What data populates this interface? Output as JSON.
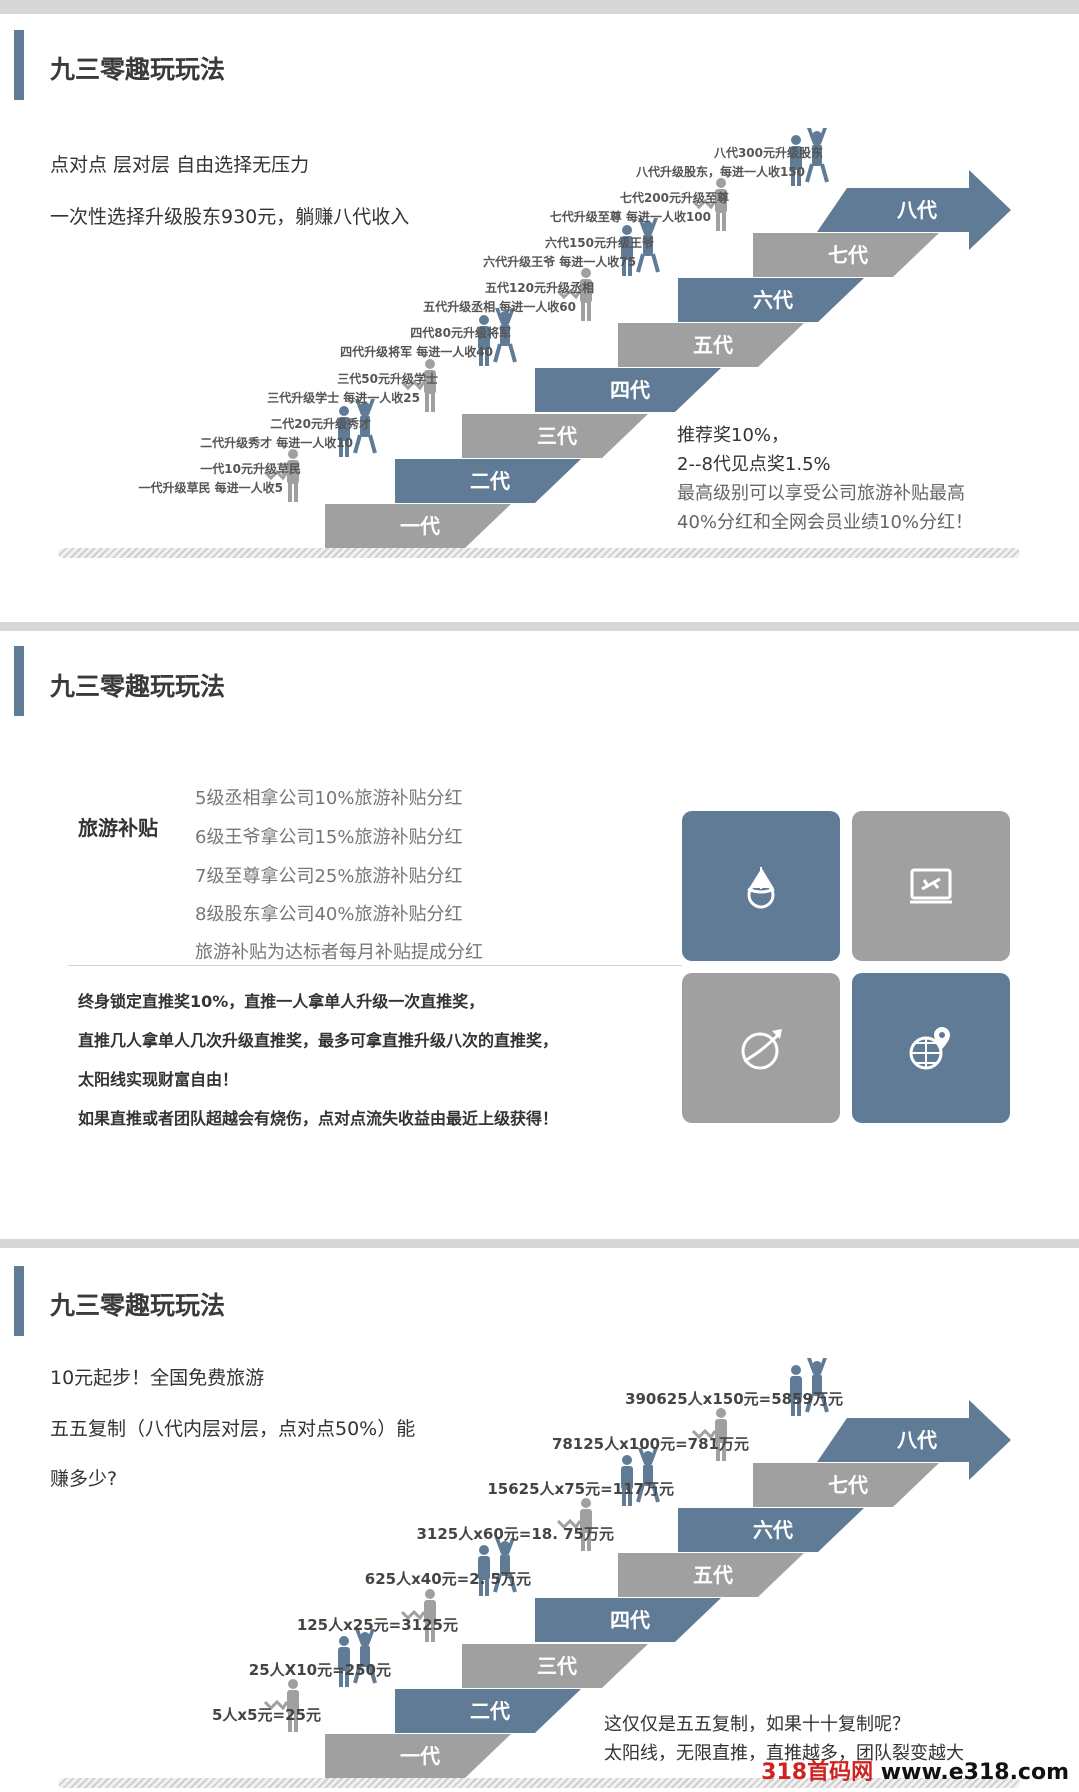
{
  "section1": {
    "title": "九三零趣玩玩法",
    "intro1": "点对点   层对层  自由选择无压力",
    "intro2": "一次性选择升级股东930元，躺赚八代收入",
    "labels": [
      [
        "一代10元升级草民",
        "一代升级草民  每进一人收5"
      ],
      [
        "二代20元升级秀才",
        "二代升级秀才  每进一人收10"
      ],
      [
        "三代50元升级学士",
        "三代升级学士  每进一人收25"
      ],
      [
        "四代80元升级将军",
        "四代升级将军  每进一人收40"
      ],
      [
        "五代120元升级丞相",
        "五代升级丞相  每进一人收60"
      ],
      [
        "六代150元升级王爷",
        "六代升级王爷  每进一人收75"
      ],
      [
        "七代200元升级至尊",
        "七代升级至尊  每进一人收100"
      ],
      [
        "八代300元升级股东",
        "八代升级股东，每进一人收150"
      ]
    ],
    "note_line1": "推荐奖10%，",
    "note_line2": "2--8代见点奖1.5%",
    "note_line3": "最高级别可以享受公司旅游补贴最高",
    "note_line4": "40%分红和全网会员业绩10%分红！"
  },
  "steps": [
    "一代",
    "二代",
    "三代",
    "四代",
    "五代",
    "六代",
    "七代",
    "八代"
  ],
  "section2": {
    "title": "九三零趣玩玩法",
    "heading": "旅游补贴",
    "items": [
      "5级丞相拿公司10%旅游补贴分红",
      "6级王爷拿公司15%旅游补贴分红",
      "7级至尊拿公司25%旅游补贴分红",
      "8级股东拿公司40%旅游补贴分红",
      "旅游补贴为达标者每月补贴提成分红"
    ],
    "bold_lines": [
      "终身锁定直推奖10%，直推一人拿单人升级一次直推奖，",
      "直推几人拿单人几次升级直推奖，最多可拿直推升级八次的直推奖，",
      "太阳线实现财富自由！",
      "如果直推或者团队超越会有烧伤，点对点流失收益由最近上级获得！"
    ],
    "tiles": [
      {
        "icon": "ship-globe-icon",
        "color": "#5f7b95"
      },
      {
        "icon": "monitor-plane-icon",
        "color": "#a0a0a0"
      },
      {
        "icon": "globe-plane-icon",
        "color": "#a0a0a0"
      },
      {
        "icon": "globe-pin-icon",
        "color": "#5f7b95"
      }
    ]
  },
  "section3": {
    "title": "九三零趣玩玩法",
    "intro1": "10元起步！全国免费旅游",
    "intro2": "五五复制（八代内层对层，点对点50%）能",
    "intro3": "赚多少?",
    "labels": [
      "5人x5元=25元",
      "25人X10元=250元",
      "125人x25元=3125元",
      "625人x40元=2. 5万元",
      "3125人x60元=18. 75万元",
      "15625人x75元=117万元",
      "78125人x100元=781万元",
      "390625人x150元=5859万元"
    ],
    "note_line1": "这仅仅是五五复制，如果十十复制呢？",
    "note_line2": "太阳线，无限直推，直推越多，团队裂变越大"
  },
  "watermark": {
    "num": "318",
    "cn": "首码网",
    "url": "www.e318.com"
  },
  "colors": {
    "blue": "#5f7b95",
    "gray": "#a0a0a0"
  }
}
